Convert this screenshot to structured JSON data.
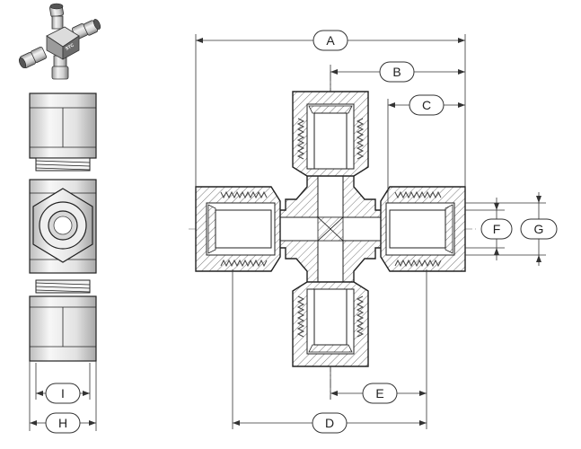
{
  "figure": {
    "marking": "STC",
    "dimension_labels": {
      "A": "A",
      "B": "B",
      "C": "C",
      "D": "D",
      "E": "E",
      "F": "F",
      "G": "G",
      "H": "H",
      "I": "I"
    }
  },
  "colors": {
    "line": "#222222",
    "hatch": "#555555",
    "metal_light": "#e6e6e6",
    "metal_dark": "#8a8a8a"
  }
}
